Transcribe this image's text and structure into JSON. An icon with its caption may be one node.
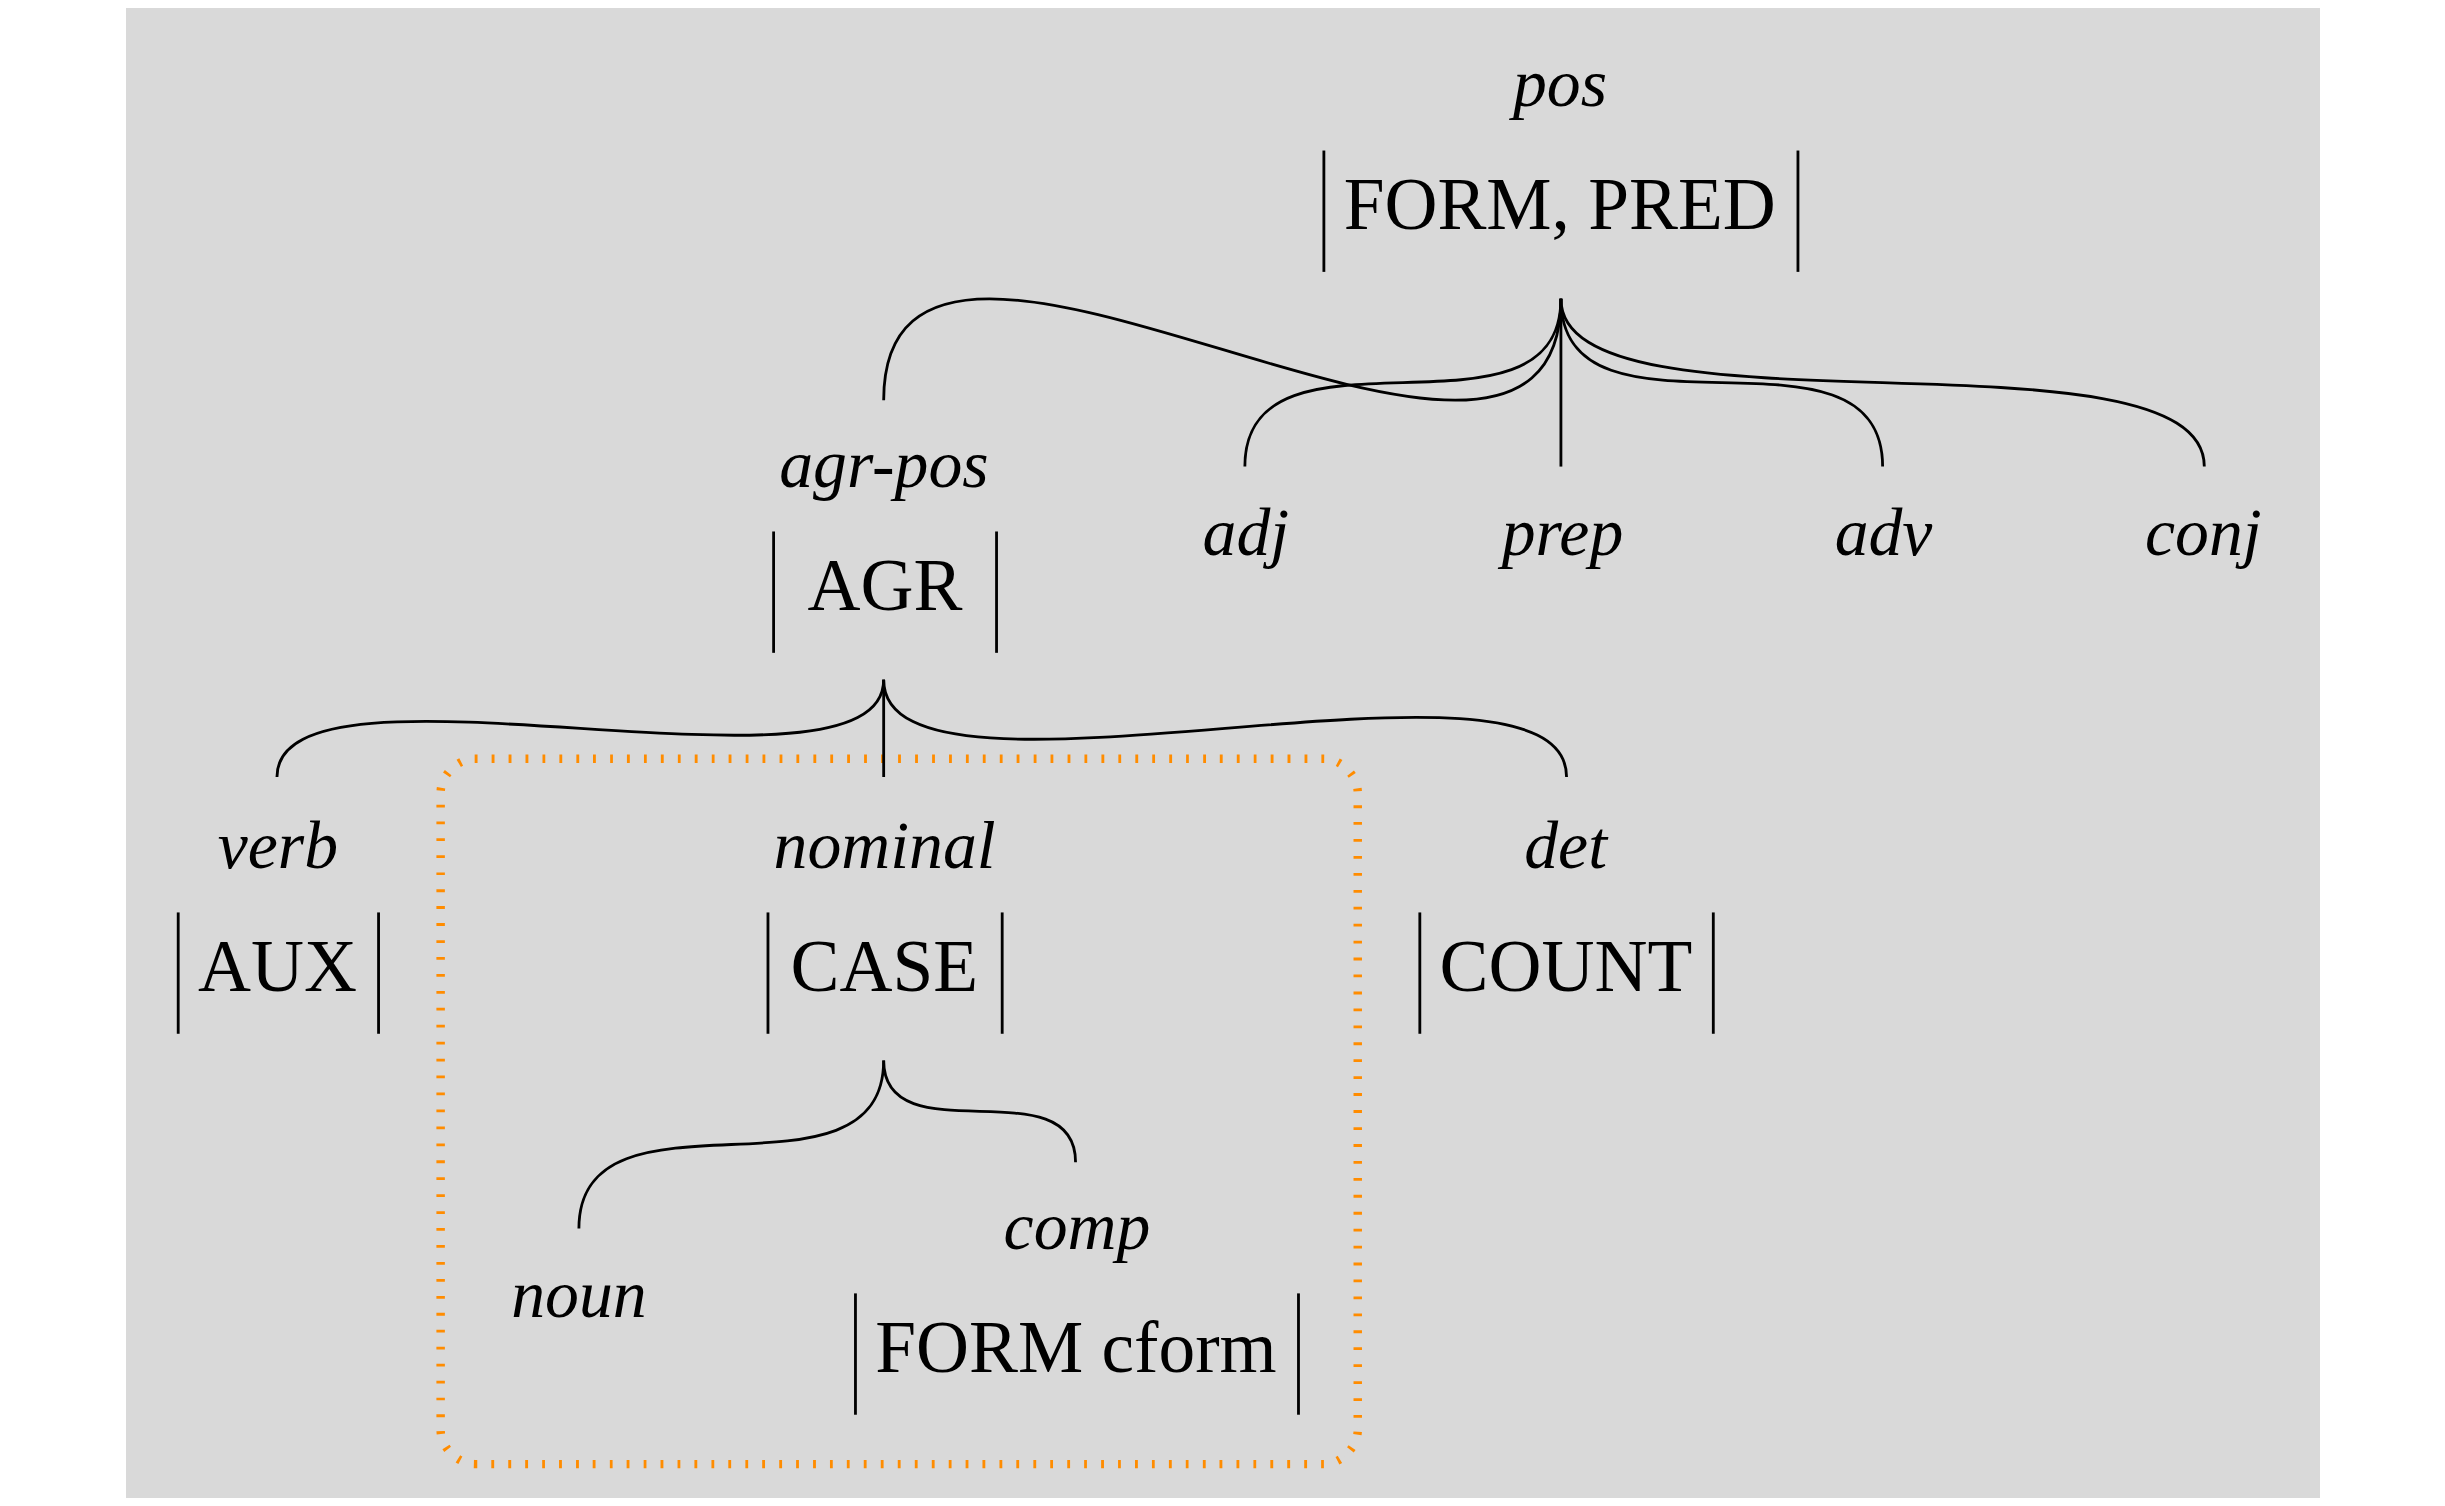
{
  "diagram": {
    "nodes": [
      {
        "text": [
          "pos",
          "FORM, PRED"
        ]
      },
      {
        "text": [
          "agr-pos",
          "AGR"
        ]
      },
      {
        "text": [
          "adj"
        ]
      },
      {
        "text": [
          "prep"
        ]
      },
      {
        "text": [
          "adv"
        ]
      },
      {
        "text": [
          "conj"
        ]
      },
      {
        "text": [
          "verb",
          "AUX"
        ]
      },
      {
        "text": [],
        "shape": "ellipse"
      },
      {
        "text": [
          "nominal",
          "CASE"
        ],
        "in": 7
      },
      {
        "text": [
          "det",
          "COUNT"
        ]
      },
      {
        "text": [
          "noun"
        ],
        "in": 7
      },
      {
        "text": [
          "comp",
          "FORM cform"
        ],
        "in": 7
      }
    ],
    "edges": [
      {
        "from": 0,
        "to": 1,
        "arrow": "none"
      },
      {
        "from": 0,
        "to": 2,
        "arrow": "none"
      },
      {
        "from": 0,
        "to": 3,
        "arrow": "none"
      },
      {
        "from": 0,
        "to": 4,
        "arrow": "none"
      },
      {
        "from": 0,
        "to": 5,
        "arrow": "none"
      },
      {
        "from": 1,
        "to": 6,
        "arrow": "none"
      },
      {
        "from": 1,
        "to": 8,
        "arrow": "none"
      },
      {
        "from": 1,
        "to": 9,
        "arrow": "none"
      },
      {
        "from": 8,
        "to": 10,
        "arrow": "none"
      },
      {
        "from": 8,
        "to": 11,
        "arrow": "none"
      }
    ]
  }
}
